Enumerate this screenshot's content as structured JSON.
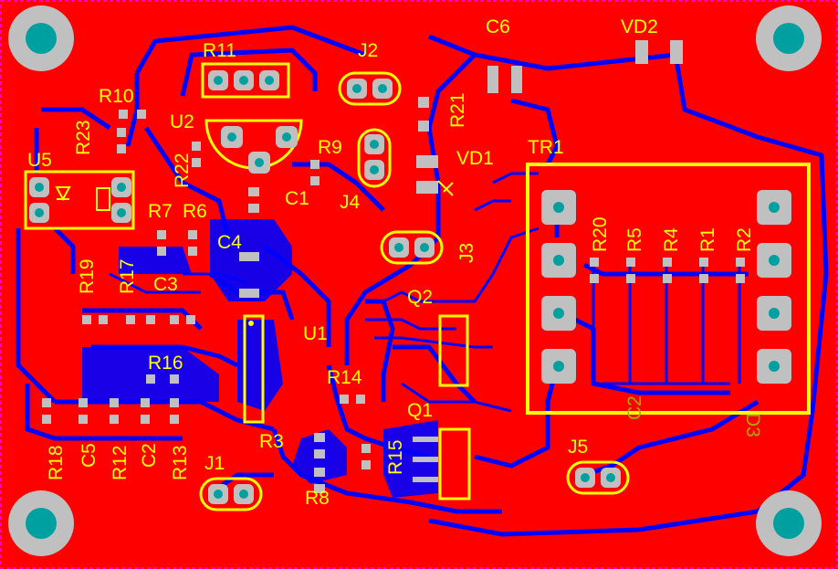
{
  "colors": {
    "copper_top": "#ff0000",
    "copper_bottom": "#0000ff",
    "silkscreen": "#ffff00",
    "silkscreen_bottom": "#a8a800",
    "pad": "#c0c0c0",
    "drill": "#00a0a0",
    "mounting_hole": "#c0c0c0",
    "board_edge": "#ff00ff"
  },
  "labels": {
    "R11": "R11",
    "R10": "R10",
    "R23": "R23",
    "U2": "U2",
    "R22": "R22",
    "U5": "U5",
    "J2": "J2",
    "C6": "C6",
    "VD2": "VD2",
    "R21": "R21",
    "R9": "R9",
    "VD1": "VD1",
    "C1": "C1",
    "J4": "J4",
    "TR1": "TR1",
    "R7": "R7",
    "R6": "R6",
    "C4": "C4",
    "J3": "J3",
    "R20": "R20",
    "R5": "R5",
    "R4": "R4",
    "R1": "R1",
    "R2": "R2",
    "R19": "R19",
    "R17": "R17",
    "C3": "C3",
    "Q2": "Q2",
    "U1": "U1",
    "R16": "R16",
    "R14": "R14",
    "Q1": "Q1",
    "C2b": "C2",
    "D3": "D3",
    "R3": "R3",
    "R15": "R15",
    "J5": "J5",
    "R18": "R18",
    "C5": "C5",
    "R12": "R12",
    "C2": "C2",
    "R13": "R13",
    "J1": "J1",
    "R8": "R8"
  }
}
